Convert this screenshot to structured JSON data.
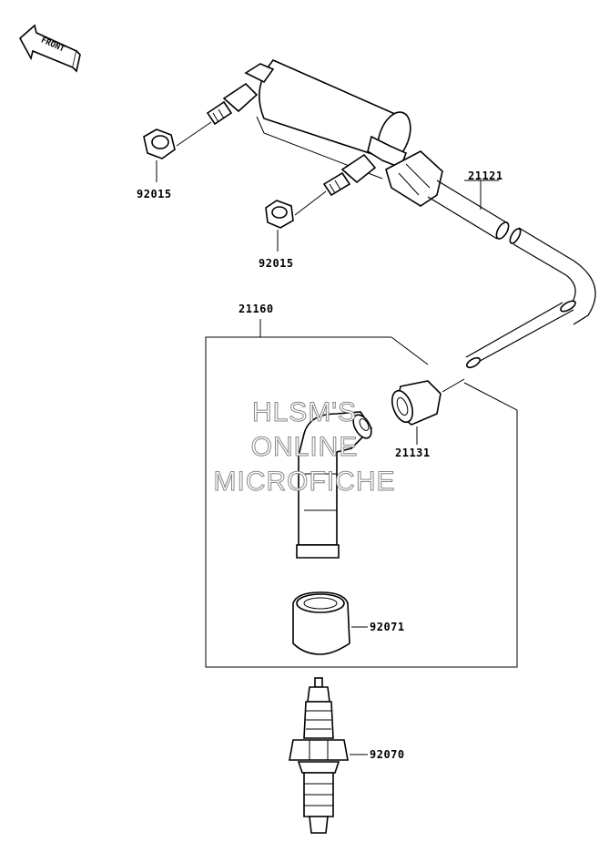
{
  "front_arrow_label": "FRONT",
  "watermark": [
    "HLSM'S",
    "ONLINE",
    "MICROFICHE"
  ],
  "parts": [
    {
      "number": "92015"
    },
    {
      "number": "92015"
    },
    {
      "number": "21121"
    },
    {
      "number": "21160"
    },
    {
      "number": "21131"
    },
    {
      "number": "92071"
    },
    {
      "number": "92070"
    }
  ]
}
